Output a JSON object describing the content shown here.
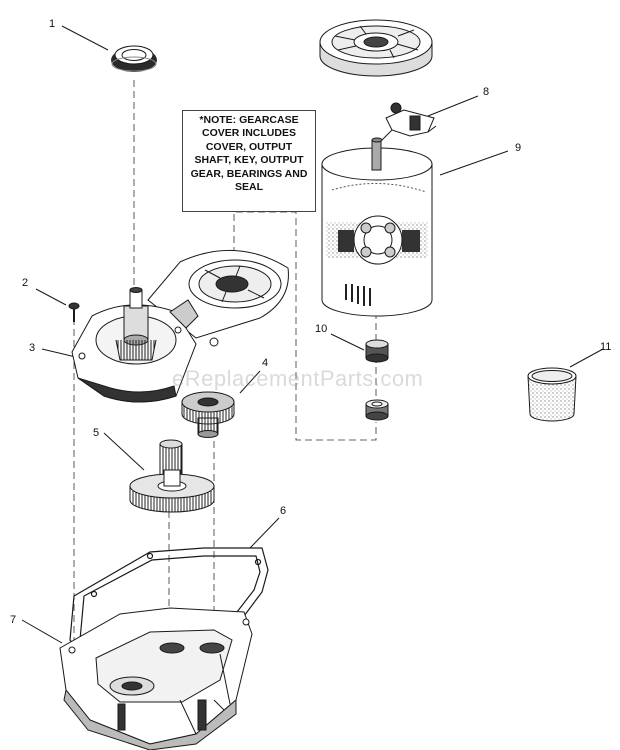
{
  "note": {
    "lines": [
      "*NOTE: GEARCASE",
      "COVER INCLUDES",
      "COVER, OUTPUT",
      "SHAFT, KEY, OUTPUT",
      "GEAR, BEARINGS AND",
      "SEAL"
    ]
  },
  "callouts": {
    "c1": "1",
    "c2": "2",
    "c3": "3",
    "c4": "4",
    "c5": "5",
    "c6": "6",
    "c7": "7",
    "c8": "8",
    "c9": "9",
    "c10": "10",
    "c11": "11"
  },
  "watermark": "eReplacementParts.com",
  "colors": {
    "line": "#1a1a1a",
    "dark": "#2a2a2a",
    "shade": "#9a9a9a",
    "background": "#ffffff"
  }
}
